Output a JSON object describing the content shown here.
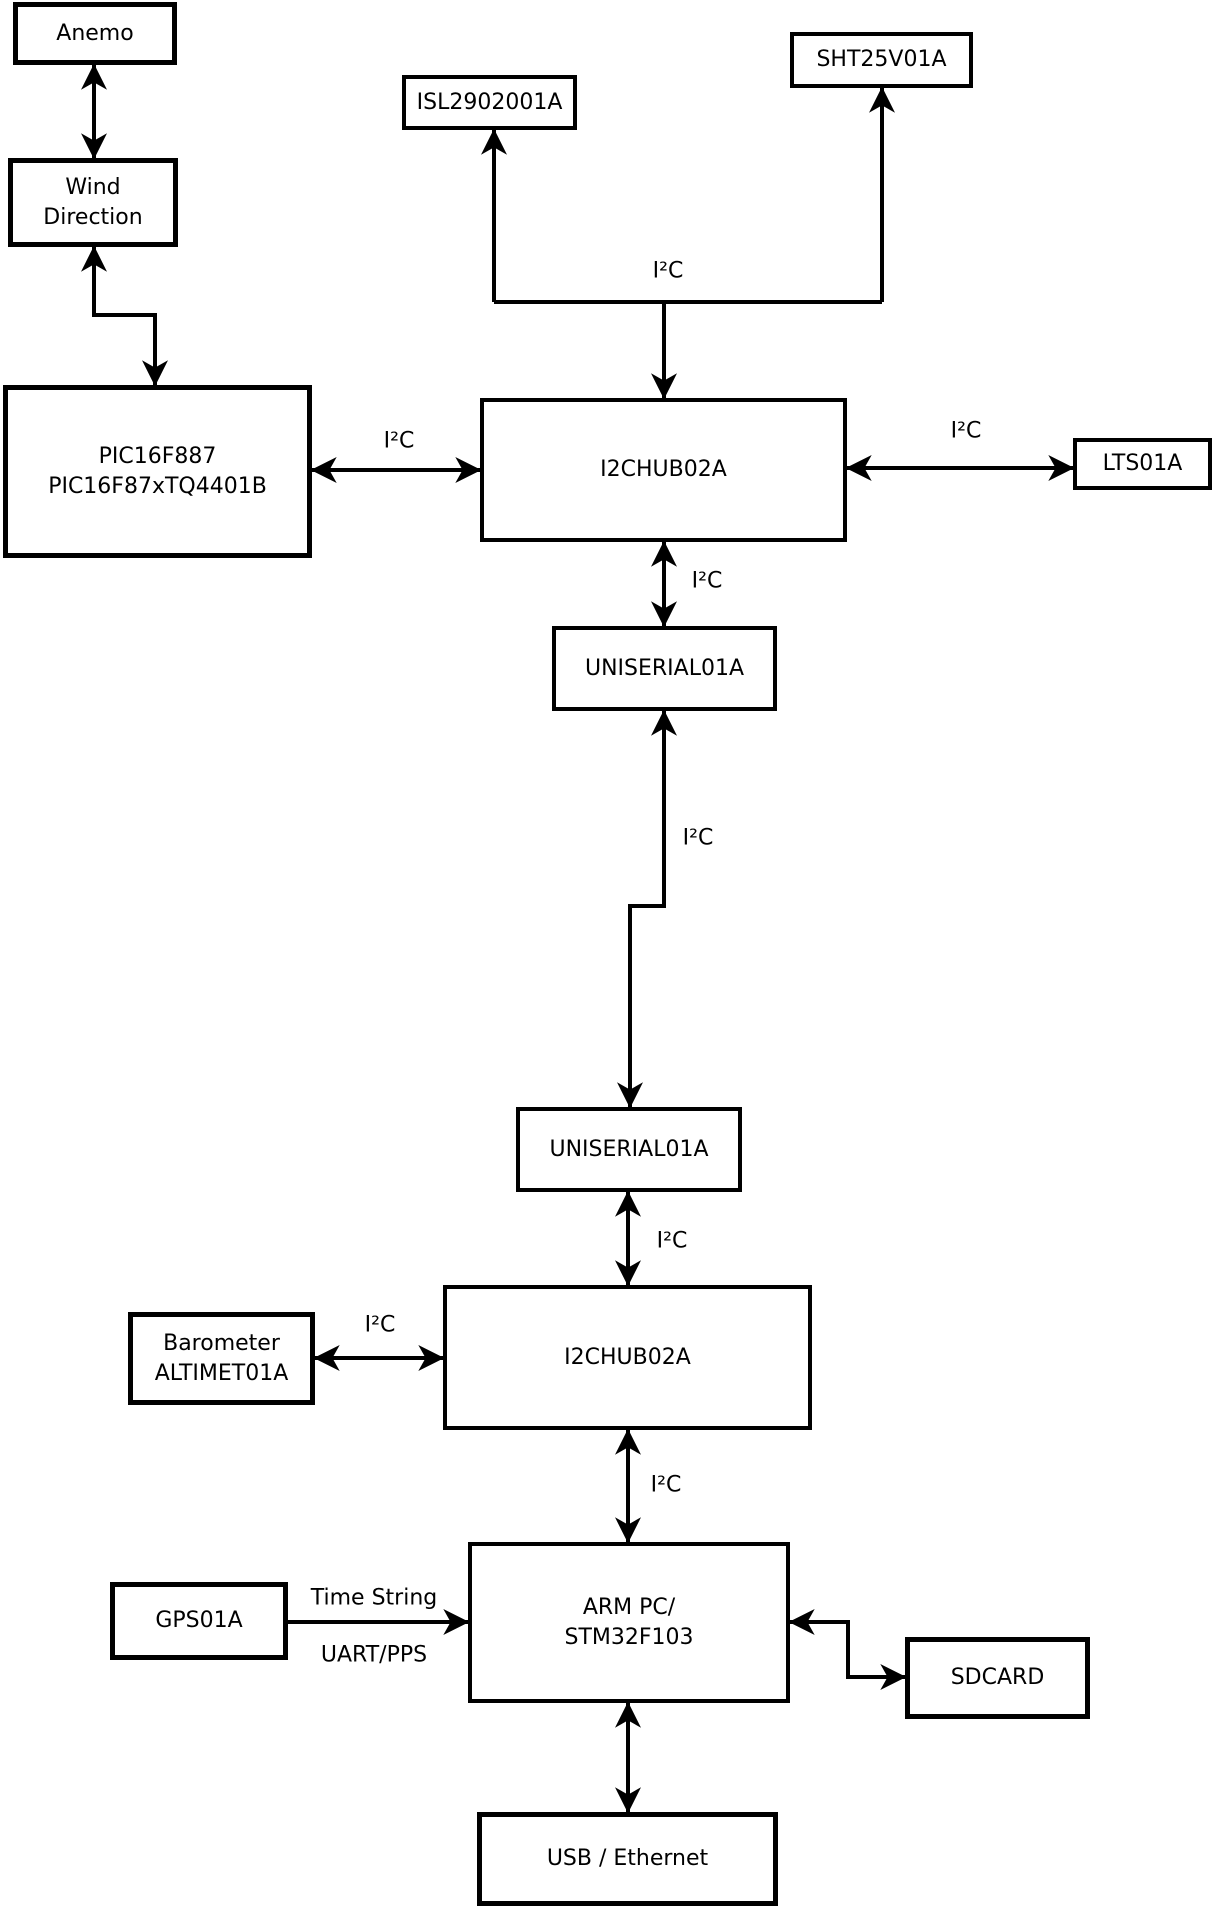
{
  "diagram": {
    "colors": {
      "background": "#ffffff",
      "line": "#000000",
      "box_border": "#000000",
      "box_fill": "#ffffff",
      "text": "#000000"
    },
    "nodes": {
      "anemo": {
        "label": "Anemo"
      },
      "wind_direction": {
        "lines": [
          "Wind",
          "Direction"
        ]
      },
      "pic": {
        "lines": [
          "PIC16F887",
          "PIC16F87xTQ4401B"
        ]
      },
      "isl": {
        "label": "ISL2902001A"
      },
      "sht": {
        "label": "SHT25V01A"
      },
      "i2chub_top": {
        "label": "I2CHUB02A"
      },
      "lts": {
        "label": "LTS01A"
      },
      "uniserial_upper": {
        "label": "UNISERIAL01A"
      },
      "uniserial_lower": {
        "label": "UNISERIAL01A"
      },
      "barometer": {
        "lines": [
          "Barometer",
          "ALTIMET01A"
        ]
      },
      "i2chub_bottom": {
        "label": "I2CHUB02A"
      },
      "gps": {
        "label": "GPS01A"
      },
      "arm": {
        "lines": [
          "ARM PC/",
          "STM32F103"
        ]
      },
      "sdcard": {
        "label": "SDCARD"
      },
      "usb": {
        "label": "USB / Ethernet"
      }
    },
    "edge_labels": {
      "i2c_bus_top": "I²C",
      "i2c_pic_hub": "I²C",
      "i2c_hub_lts": "I²C",
      "i2c_hub_uniserial": "I²C",
      "i2c_uniserial_link": "I²C",
      "i2c_uniserial_hub2": "I²C",
      "i2c_barometer_hub2": "I²C",
      "i2c_hub2_arm": "I²C",
      "time_string": "Time String",
      "uart_pps": "UART/PPS"
    },
    "edges": [
      {
        "from": "Anemo",
        "to": "Wind Direction",
        "label": "",
        "bidirectional": true
      },
      {
        "from": "Wind Direction",
        "to": "PIC16F887 PIC16F87xTQ4401B",
        "label": "",
        "bidirectional": true
      },
      {
        "from": "PIC16F887 PIC16F87xTQ4401B",
        "to": "I2CHUB02A (top)",
        "label": "I²C",
        "bidirectional": true
      },
      {
        "from": "I2CHUB02A (top)",
        "to": "ISL2902001A",
        "label": "I²C",
        "bidirectional": false
      },
      {
        "from": "I2CHUB02A (top)",
        "to": "SHT25V01A",
        "label": "I²C",
        "bidirectional": false
      },
      {
        "from": "I2CHUB02A (top)",
        "to": "LTS01A",
        "label": "I²C",
        "bidirectional": true
      },
      {
        "from": "I2CHUB02A (top)",
        "to": "UNISERIAL01A (upper)",
        "label": "I²C",
        "bidirectional": true
      },
      {
        "from": "UNISERIAL01A (upper)",
        "to": "UNISERIAL01A (lower)",
        "label": "I²C",
        "bidirectional": true
      },
      {
        "from": "UNISERIAL01A (lower)",
        "to": "I2CHUB02A (bottom)",
        "label": "I²C",
        "bidirectional": true
      },
      {
        "from": "Barometer ALTIMET01A",
        "to": "I2CHUB02A (bottom)",
        "label": "I²C",
        "bidirectional": true
      },
      {
        "from": "I2CHUB02A (bottom)",
        "to": "ARM PC/STM32F103",
        "label": "I²C",
        "bidirectional": true
      },
      {
        "from": "GPS01A",
        "to": "ARM PC/STM32F103",
        "label": "Time String / UART/PPS",
        "bidirectional": false
      },
      {
        "from": "ARM PC/STM32F103",
        "to": "SDCARD",
        "label": "",
        "bidirectional": true
      },
      {
        "from": "ARM PC/STM32F103",
        "to": "USB / Ethernet",
        "label": "",
        "bidirectional": true
      }
    ]
  }
}
